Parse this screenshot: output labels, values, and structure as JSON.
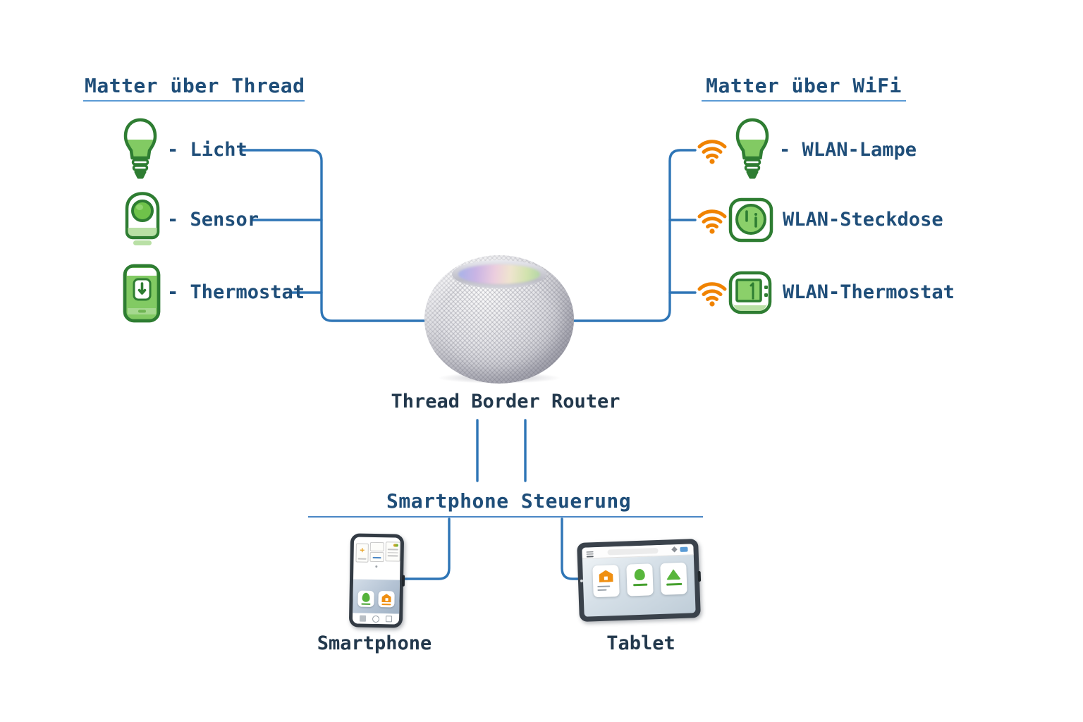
{
  "diagram": {
    "left_section": {
      "title": "Matter über Thread",
      "rows": [
        {
          "icon": "light-bulb-icon",
          "label": "- Licht"
        },
        {
          "icon": "sensor-icon",
          "label": "- Sensor"
        },
        {
          "icon": "thermostat-icon",
          "label": "- Thermostat"
        }
      ]
    },
    "right_section": {
      "title": "Matter über WiFi",
      "rows": [
        {
          "icon": "wifi-icon light-bulb-icon",
          "label": "- WLAN-Lampe"
        },
        {
          "icon": "wifi-icon power-outlet-icon",
          "label": "WLAN-Steckdose"
        },
        {
          "icon": "wifi-icon wall-thermostat-icon",
          "label": "WLAN-Thermostat"
        }
      ]
    },
    "center": {
      "label": "Thread Border Router"
    },
    "bottom": {
      "title": "Smartphone Steuerung",
      "devices": [
        {
          "icon": "smartphone-image",
          "label": "Smartphone"
        },
        {
          "icon": "tablet-image",
          "label": "Tablet"
        }
      ]
    },
    "colors": {
      "heading_text": "#1f4e79",
      "heading_underline": "#5b9bd5",
      "connector_line": "#2e75b6",
      "dark_label": "#22384c",
      "device_green_stroke": "#2e7d32",
      "device_green_fill": "#82ca63",
      "wifi_orange": "#f08300"
    }
  }
}
